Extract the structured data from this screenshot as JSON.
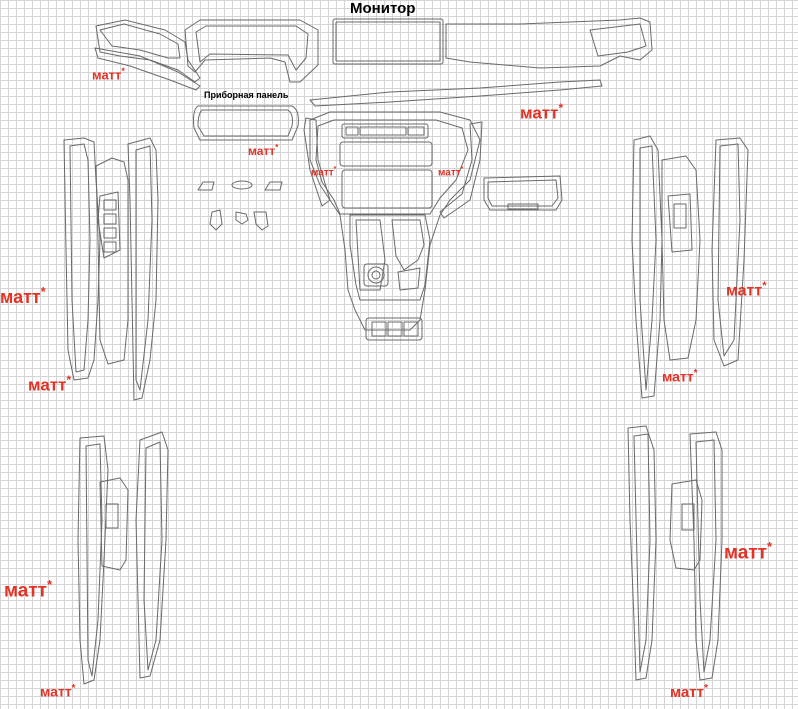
{
  "colors": {
    "accent": "#e53226",
    "outline": "#6a6a6a",
    "grid": "#d4d4d4",
    "background": "#ffffff"
  },
  "labels": {
    "monitor": "Монитор",
    "dashboard": "Приборная панель",
    "matte": "матт",
    "asterisk": "*"
  }
}
